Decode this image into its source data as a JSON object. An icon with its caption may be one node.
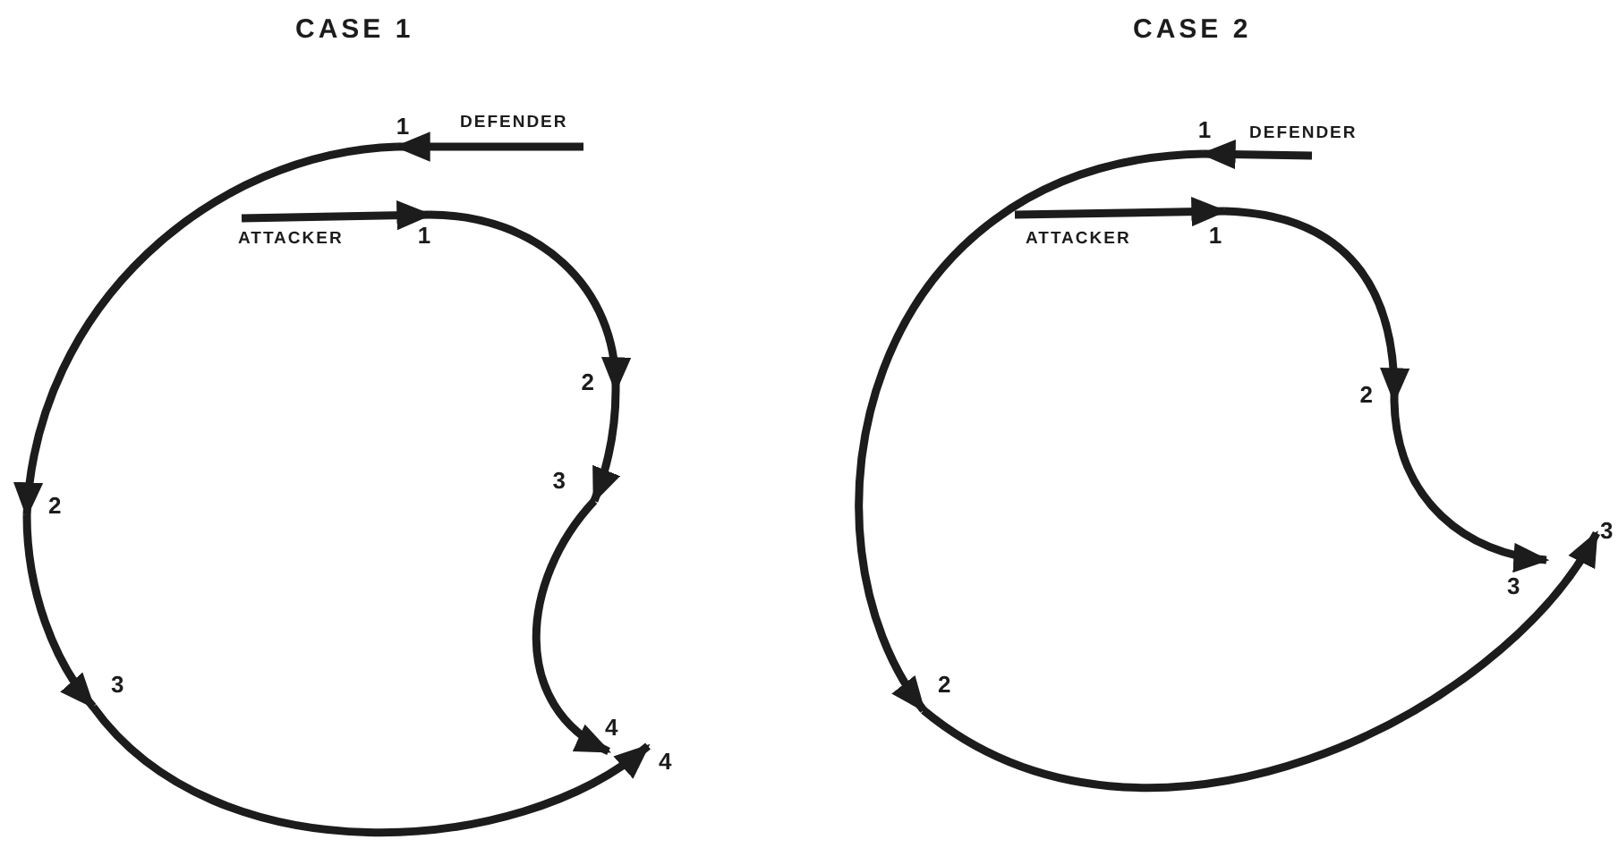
{
  "diagram": {
    "nodes": [
      {
        "text": [
          "1"
        ]
      },
      {
        "text": [
          "DEFENDER"
        ]
      },
      {
        "text": [
          "ATTACKER"
        ]
      },
      {
        "text": [
          "1"
        ]
      },
      {
        "text": [
          "2"
        ]
      },
      {
        "text": [
          "2"
        ]
      },
      {
        "text": [
          "3"
        ]
      },
      {
        "text": [
          "3"
        ]
      },
      {
        "text": [
          "4"
        ]
      },
      {
        "text": [
          "4"
        ]
      },
      {
        "text": [
          "1"
        ]
      },
      {
        "text": [
          "DEFENDER"
        ]
      },
      {
        "text": [
          "ATTACKER"
        ]
      },
      {
        "text": [
          "1"
        ]
      },
      {
        "text": [
          "2"
        ]
      },
      {
        "text": [
          "3"
        ]
      },
      {
        "text": [
          "3"
        ]
      },
      {
        "text": [
          "2"
        ]
      }
    ],
    "edges": [
      {
        "from": 1,
        "to": 0,
        "arrow": "to"
      },
      {
        "from": 0,
        "to": 5,
        "arrow": "to"
      },
      {
        "from": 5,
        "to": 7,
        "arrow": "to"
      },
      {
        "from": 7,
        "to": 9,
        "arrow": "to"
      },
      {
        "from": 2,
        "to": 3,
        "arrow": "to"
      },
      {
        "from": 3,
        "to": 4,
        "arrow": "to"
      },
      {
        "from": 4,
        "to": 6,
        "arrow": "to"
      },
      {
        "from": 6,
        "to": 8,
        "arrow": "to"
      },
      {
        "from": 11,
        "to": 10,
        "arrow": "to"
      },
      {
        "from": 10,
        "to": 17,
        "arrow": "to"
      },
      {
        "from": 17,
        "to": 15,
        "arrow": "to"
      },
      {
        "from": 12,
        "to": 13,
        "arrow": "to"
      },
      {
        "from": 13,
        "to": 14,
        "arrow": "to"
      },
      {
        "from": 14,
        "to": 16,
        "arrow": "to"
      }
    ],
    "labels": [
      "CASE 1",
      "CASE 2"
    ]
  }
}
